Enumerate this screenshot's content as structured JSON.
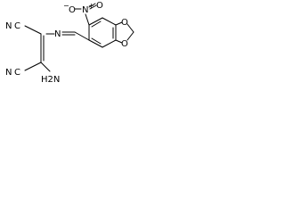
{
  "structure": {
    "labels": {
      "nitro_n": "N",
      "nitro_plus": "+",
      "nitro_o_upper": "O",
      "nitro_o_left": "O",
      "nitro_minus": "−",
      "imine_n": "N",
      "nitrile_top_n": "N",
      "nitrile_top_c": "C",
      "nitrile_bottom_n": "N",
      "nitrile_bottom_c": "C",
      "amino_h2n": "H2N",
      "dioxole_o_upper": "O",
      "dioxole_o_lower": "O"
    }
  }
}
